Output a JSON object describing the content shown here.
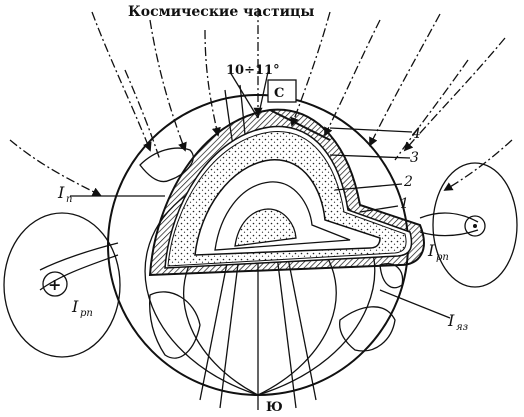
{
  "labels": {
    "title": "Космические частицы",
    "angle": "10÷11°",
    "north": "С",
    "south": "Ю",
    "i_n": "I",
    "i_n_sub": "п",
    "i_rp_right": "I",
    "i_rp_right_sub": "рп",
    "i_rp_left": "I",
    "i_rp_left_sub": "рп",
    "i_yaz": "I",
    "i_yaz_sub": "яз",
    "plus": "+",
    "n1": "1",
    "n2": "2",
    "n3": "3",
    "n4": "4"
  }
}
